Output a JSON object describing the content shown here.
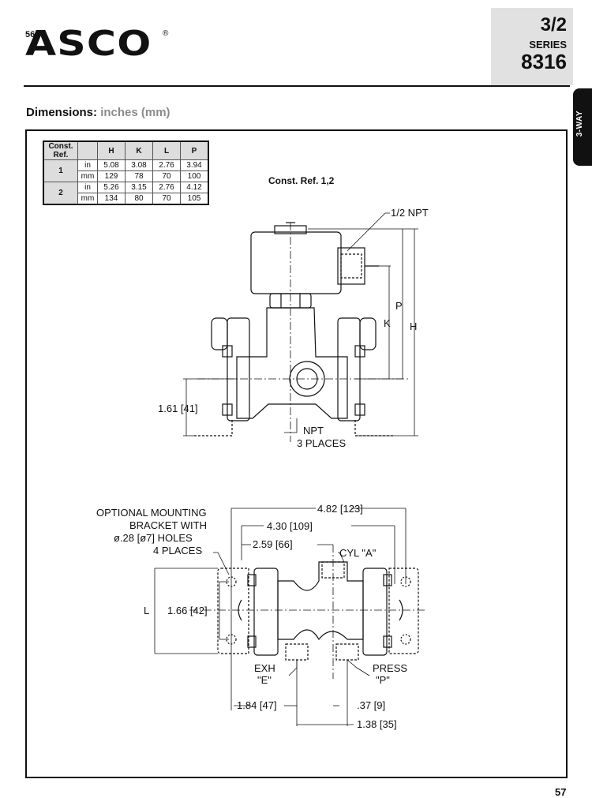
{
  "header": {
    "page_ref": "56",
    "brand": "ASCO",
    "registered_mark": "®",
    "series_fraction": "3/2",
    "series_label": "SERIES",
    "series_number": "8316",
    "side_tab": "3-WAY"
  },
  "section": {
    "title_bold": "Dimensions:",
    "title_units": "inches (mm)"
  },
  "table": {
    "headers": [
      "Const. Ref.",
      "",
      "H",
      "K",
      "L",
      "P"
    ],
    "rows": [
      {
        "ref": "1",
        "unit": "in",
        "values": [
          "5.08",
          "3.08",
          "2.76",
          "3.94"
        ]
      },
      {
        "ref": "1",
        "unit": "mm",
        "values": [
          "129",
          "78",
          "70",
          "100"
        ]
      },
      {
        "ref": "2",
        "unit": "in",
        "values": [
          "5.26",
          "3.15",
          "2.76",
          "4.12"
        ]
      },
      {
        "ref": "2",
        "unit": "mm",
        "values": [
          "134",
          "80",
          "70",
          "105"
        ]
      }
    ]
  },
  "drawing": {
    "const_ref_label": "Const. Ref. 1,2",
    "front": {
      "npt_top": "1/2 NPT",
      "dim_p": "P",
      "dim_k": "K",
      "dim_h": "H",
      "dim_height": "1.61 [41]",
      "npt_ports_1": "NPT",
      "npt_ports_2": "3 PLACES"
    },
    "plan": {
      "note_1": "OPTIONAL MOUNTING",
      "note_2": "BRACKET WITH",
      "note_3": "ø.28 [ø7] HOLES",
      "note_4": "4 PLACES",
      "dim_482": "4.82 [123]",
      "dim_430": "4.30 [109]",
      "dim_259": "2.59 [66]",
      "cyl": "CYL \"A\"",
      "dim_l": "L",
      "dim_166": "1.66 [42]",
      "exh_1": "EXH",
      "exh_2": "\"E\"",
      "press_1": "PRESS",
      "press_2": "\"P\"",
      "dim_184": "1.84 [47]",
      "dim_037": ".37 [9]",
      "dim_138": "1.38 [35]"
    }
  },
  "footer": {
    "page_number": "57"
  }
}
